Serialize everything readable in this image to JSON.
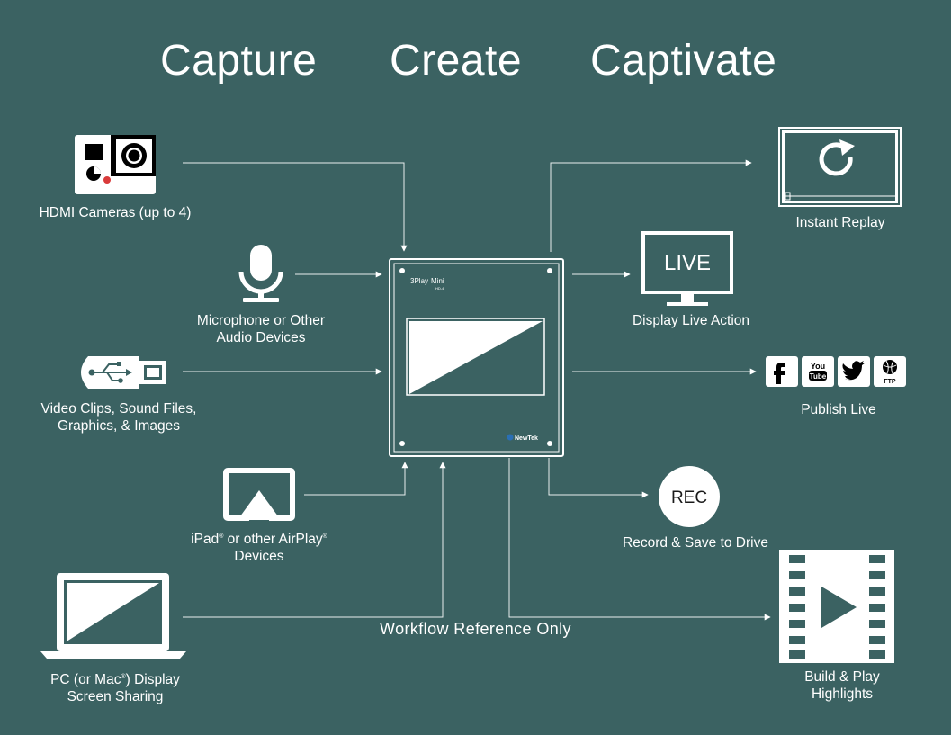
{
  "headers": {
    "capture": "Capture",
    "create": "Create",
    "captivate": "Captivate"
  },
  "device": {
    "model": "3Play",
    "model_suffix": "Mini",
    "model_sub": "HD-4",
    "brand": "NewTek"
  },
  "inputs": {
    "hdmi": "HDMI Cameras (up to 4)",
    "mic_line1": "Microphone or Other",
    "mic_line2": "Audio Devices",
    "usb_line1": "Video Clips, Sound Files,",
    "usb_line2": "Graphics, & Images",
    "airplay_line1_a": "iPad",
    "airplay_line1_b": " or other AirPlay",
    "airplay_line2": "Devices",
    "pc_line1_a": "PC (or Mac",
    "pc_line1_b": ") Display",
    "pc_line2": "Screen Sharing"
  },
  "outputs": {
    "replay": "Instant Replay",
    "live_screen": "LIVE",
    "live": "Display Live Action",
    "publish_youtube_top": "You",
    "publish_youtube_bottom": "Tube",
    "publish_ftp": "FTP",
    "publish": "Publish Live",
    "rec_badge": "REC",
    "rec": "Record & Save to Drive",
    "highlights_line1": "Build & Play",
    "highlights_line2": "Highlights"
  },
  "footnote": "Workflow Reference Only",
  "colors": {
    "background": "#3b6262",
    "foreground": "#ffffff",
    "accent": "#d93a3a"
  }
}
